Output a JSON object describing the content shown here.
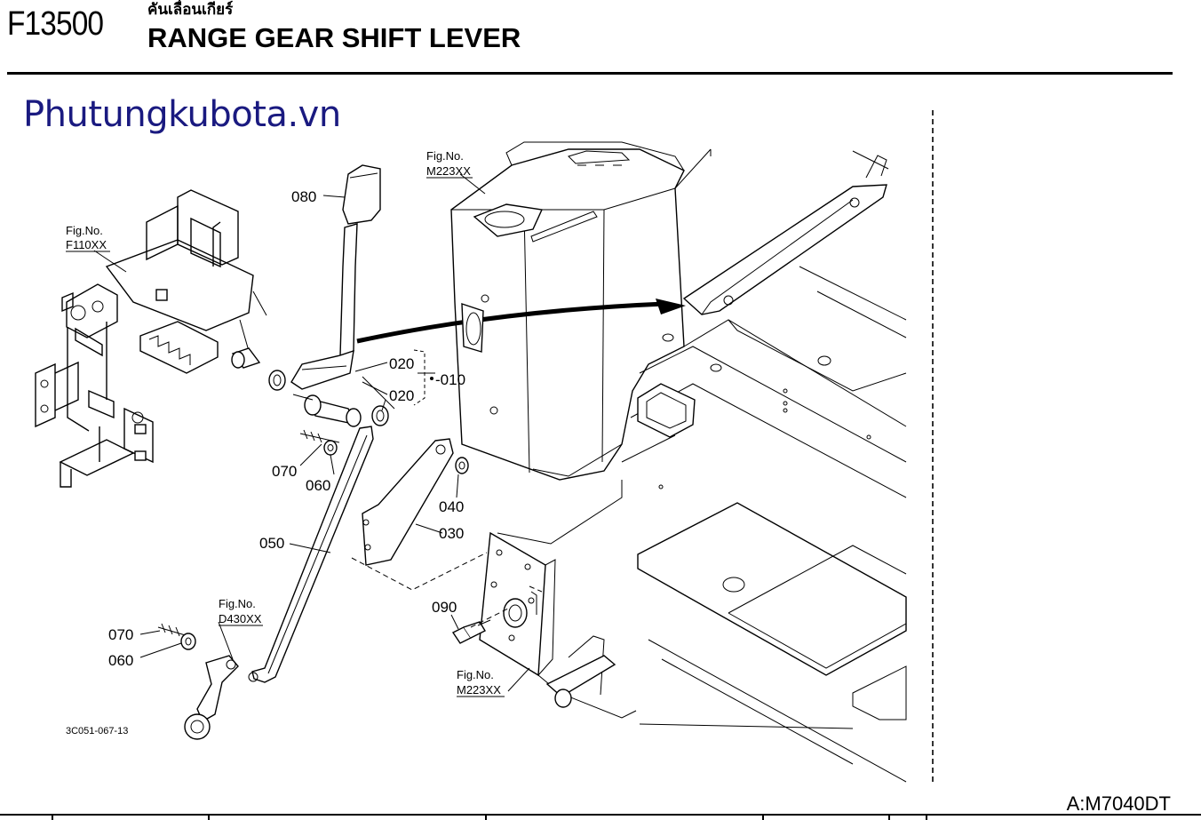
{
  "header": {
    "code": "F13500",
    "title_thai": "คันเลื่อนเกียร์",
    "title": "RANGE GEAR SHIFT LEVER"
  },
  "watermark": "Phutungkubota.vn",
  "callouts": {
    "c080": "080",
    "c020a": "020",
    "c020b": "020",
    "c010": "010",
    "c070a": "070",
    "c060a": "060",
    "c040": "040",
    "c030": "030",
    "c050": "050",
    "c090": "090",
    "c070b": "070",
    "c060b": "060"
  },
  "fig_refs": {
    "f110": {
      "line1": "Fig.No.",
      "line2": "F110XX"
    },
    "m223_top": {
      "line1": "Fig.No.",
      "line2": "M223XX"
    },
    "d430": {
      "line1": "Fig.No.",
      "line2": "D430XX"
    },
    "m223_bottom": {
      "line1": "Fig.No.",
      "line2": "M223XX"
    }
  },
  "drawing_code": "3C051-067-13",
  "model": "A:M7040DT"
}
